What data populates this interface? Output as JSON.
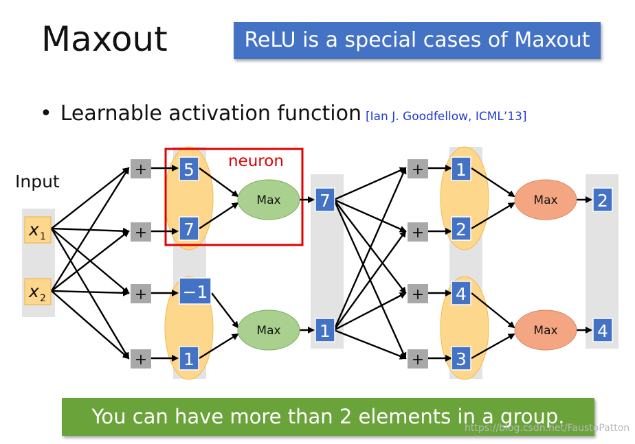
{
  "title": "Maxout",
  "banner": "ReLU is a special cases of Maxout",
  "bullet": {
    "text": "Learnable activation function",
    "citation": "[Ian J. Goodfellow, ICML’13]"
  },
  "diagram": {
    "input_label": "Input",
    "neuron_label": "neuron",
    "inputs": [
      "x",
      "x"
    ],
    "input_subscripts": [
      "1",
      "2"
    ],
    "plus_symbol": "+",
    "layer1_values": [
      "5",
      "7",
      "−1",
      "1"
    ],
    "max_label": "Max",
    "layer1_outputs": [
      "7",
      "1"
    ],
    "layer2_values": [
      "1",
      "2",
      "4",
      "3"
    ],
    "layer2_outputs": [
      "2",
      "4"
    ],
    "colors": {
      "blue_box": "#4472c4",
      "group_fill": "#fdd78c",
      "max_green": "#a9d08e",
      "max_orange": "#f4a582",
      "neuron_border": "#e00000",
      "gray_band": "#e3e3e3"
    }
  },
  "footer": "You can have more than 2 elements in a group.",
  "watermark": "https://blog.csdn.net/FaustoPatton"
}
